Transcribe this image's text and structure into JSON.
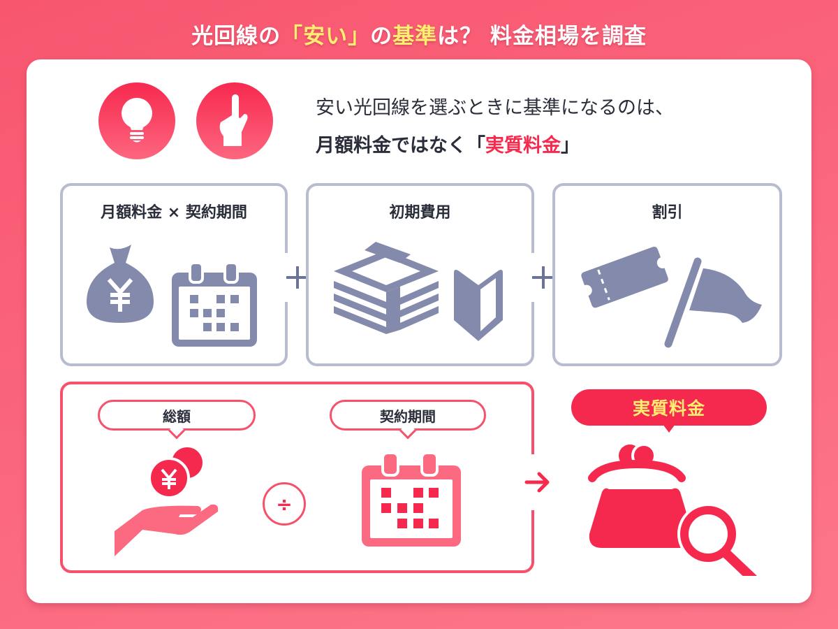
{
  "title": {
    "part1": "光回線の",
    "highlight": "「安い」",
    "part2": "の",
    "highlight2": "基準",
    "part3": "は？ 料金相場を調査"
  },
  "intro": {
    "line1": "安い光回線を選ぶときに基準になるのは、",
    "line2_prefix": "月額料金ではなく「",
    "line2_emphasis": "実質料金",
    "line2_suffix": "」",
    "icons": [
      "lightbulb-icon",
      "pointing-hand-icon"
    ]
  },
  "components": [
    {
      "label": "月額料金 × 契約期間",
      "icons": [
        "money-bag-yen-icon",
        "calendar-icon"
      ]
    },
    {
      "label": "初期費用",
      "icons": [
        "banknote-stack-icon",
        "beginner-mark-icon"
      ]
    },
    {
      "label": "割引",
      "icons": [
        "ticket-icon",
        "flag-icon"
      ]
    }
  ],
  "operators": {
    "plus": "+",
    "divide": "÷",
    "arrow": "→"
  },
  "formula": {
    "numerator": {
      "label": "総額",
      "icon": "hand-coins-yen-icon"
    },
    "denominator": {
      "label": "契約期間",
      "icon": "calendar-icon"
    },
    "result": {
      "label": "実質料金",
      "icon": "purse-magnifier-icon"
    }
  },
  "colors": {
    "background": "#f8566f",
    "accent_red": "#f5284d",
    "accent_pink": "#fb6a80",
    "highlight_yellow": "#ffee70",
    "icon_gray": "#838aab",
    "box_border": "#b8bcd0",
    "text_dark": "#2a2d3a"
  }
}
